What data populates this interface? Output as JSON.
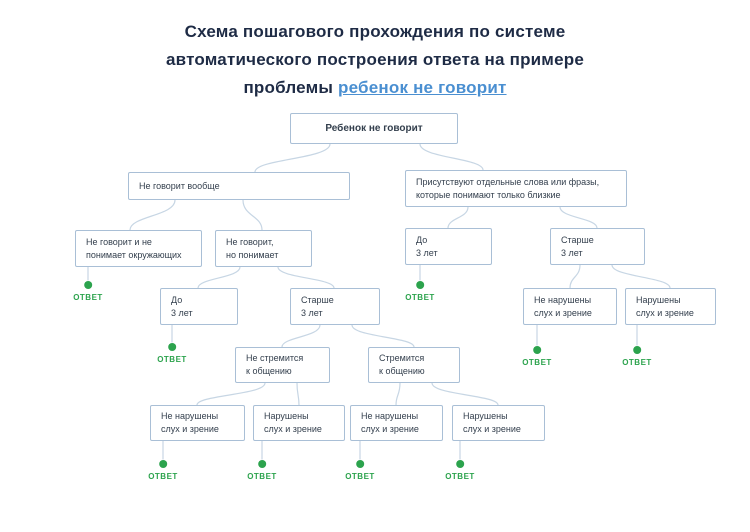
{
  "title": {
    "line1": "Схема пошагового прохождения по системе",
    "line2": "автоматического построения ответа на примере",
    "line3_prefix": "проблемы ",
    "line3_link": "ребенок не говорит"
  },
  "answer_label": "ОТВЕТ",
  "colors": {
    "title_text": "#1e2b45",
    "link_blue": "#4a8fd1",
    "box_border": "#a9bfd6",
    "box_text": "#333f4d",
    "connector": "#c7d6e4",
    "answer_green": "#2ca34d",
    "background": "#ffffff"
  },
  "nodes": {
    "root": "Ребенок не говорит",
    "no_speech": "Не говорит вообще",
    "separate_words": "Присутствуют отдельные слова или фразы,\nкоторые понимают только близкие",
    "no_understanding": "Не говорит и не\nпонимает окружающих",
    "understands": "Не говорит,\nно понимает",
    "under_3_left": "До\n3 лет",
    "over_3_left": "Старше\n3 лет",
    "no_desire": "Не стремится\nк общению",
    "desire": "Стремится\nк общению",
    "hearing_ok_a": "Не нарушены\nслух и зрение",
    "hearing_impaired_a": "Нарушены\nслух и зрение",
    "hearing_ok_b": "Не нарушены\nслух и зрение",
    "hearing_impaired_b": "Нарушены\nслух и зрение",
    "under_3_right": "До\n3 лет",
    "over_3_right": "Старше\n3 лет",
    "hearing_ok_c": "Не нарушены\nслух и зрение",
    "hearing_impaired_c": "Нарушены\nслух и зрение"
  }
}
